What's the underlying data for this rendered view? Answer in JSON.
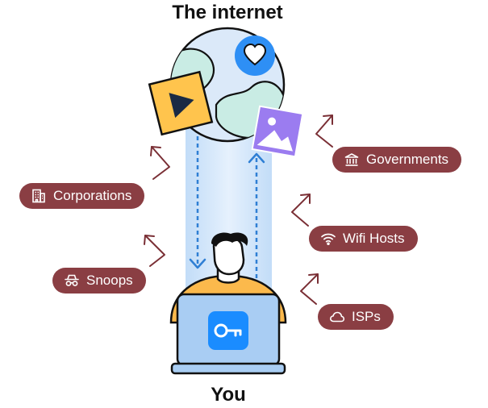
{
  "diagram": {
    "title_top": "The internet",
    "title_bottom": "You",
    "observers": [
      {
        "id": "corporations",
        "label": "Corporations",
        "icon": "building-icon"
      },
      {
        "id": "snoops",
        "label": "Snoops",
        "icon": "spy-icon"
      },
      {
        "id": "governments",
        "label": "Governments",
        "icon": "government-building-icon"
      },
      {
        "id": "wifi-hosts",
        "label": "Wifi Hosts",
        "icon": "wifi-icon"
      },
      {
        "id": "isps",
        "label": "ISPs",
        "icon": "cloud-icon"
      }
    ],
    "center_icons": [
      "globe-icon",
      "heart-icon",
      "play-icon",
      "image-icon",
      "person-icon",
      "laptop-icon",
      "vpn-key-icon"
    ],
    "colors": {
      "pill": "#8a3e43",
      "arrow": "#7a2f35",
      "tunnel": "#bcd9f7",
      "laptop": "#a9cdf3",
      "vpn_key": "#1a8cff",
      "person_shirt": "#fbb94c",
      "globe_water": "#dbe9f9",
      "globe_land": "#c9ece4",
      "play_tile": "#ffc44d",
      "image_tile": "#9b7cf0",
      "heart_badge": "#2e8ff5"
    }
  }
}
